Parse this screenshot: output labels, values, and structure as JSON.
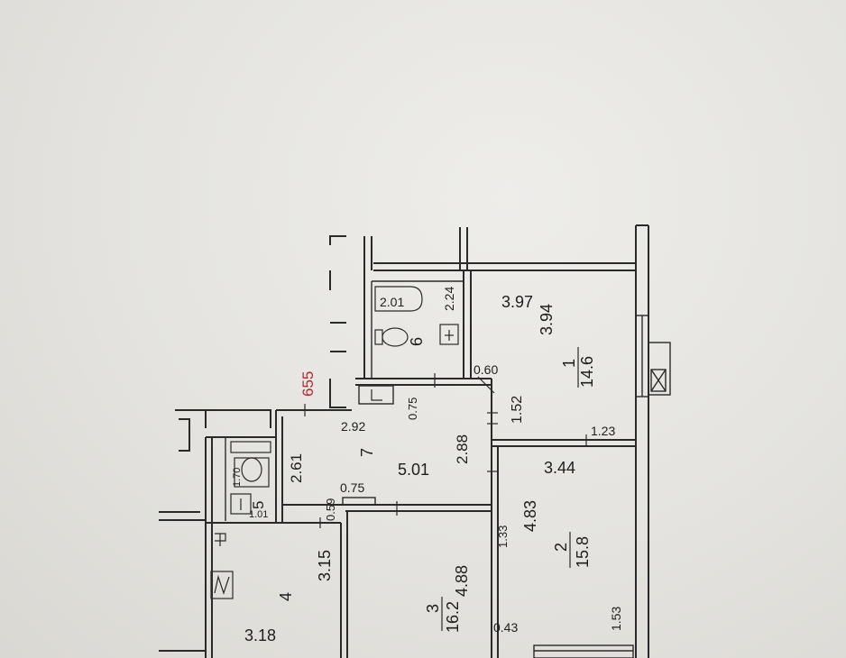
{
  "plan_code": "655",
  "rooms": {
    "r1": {
      "number": "1",
      "area": "14.6",
      "width": "3.94",
      "length": "3.97"
    },
    "r2": {
      "number": "2",
      "area": "15.8",
      "width": "4.83",
      "length": "3.44"
    },
    "r3": {
      "number": "3",
      "area": "16.2",
      "width": "4.88"
    },
    "r4": {
      "number": "4",
      "width": "3.15",
      "length": "3.18"
    },
    "r5": {
      "number": "5",
      "width": "1.70",
      "length": "1.01"
    },
    "r6": {
      "number": "6",
      "width": "2.24",
      "length": "2.01"
    },
    "r7": {
      "number": "7",
      "area": "5.01",
      "width": "2.61",
      "length": "2.92",
      "side": "2.88"
    }
  },
  "dimensions": {
    "d_060": "0.60",
    "d_075a": "0.75",
    "d_152": "1.52",
    "d_123": "1.23",
    "d_075b": "0.75",
    "d_059": "0.59",
    "d_133": "1.33",
    "d_043": "0.43",
    "d_153": "1.53"
  },
  "colors": {
    "line": "#2a2a2a",
    "paper": "#e3e2de",
    "code": "#b5282e"
  }
}
